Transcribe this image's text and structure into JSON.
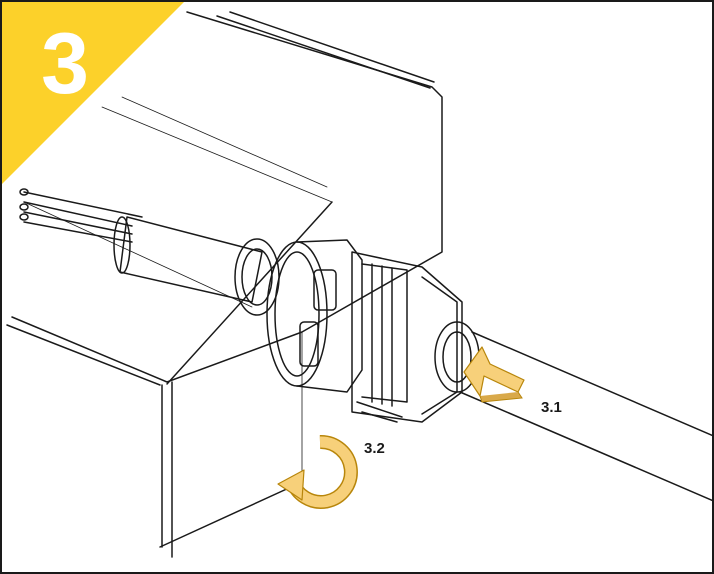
{
  "step": {
    "number": "3"
  },
  "callouts": {
    "push": "3.1",
    "rotate": "3.2"
  },
  "colors": {
    "accent": "#FCD12A",
    "arrow_fill": "#F7D07A",
    "arrow_stroke": "#B8860B",
    "line": "#1a1a1a"
  },
  "icons": {
    "push": "arrow-right-icon",
    "rotate": "rotate-clockwise-icon"
  }
}
